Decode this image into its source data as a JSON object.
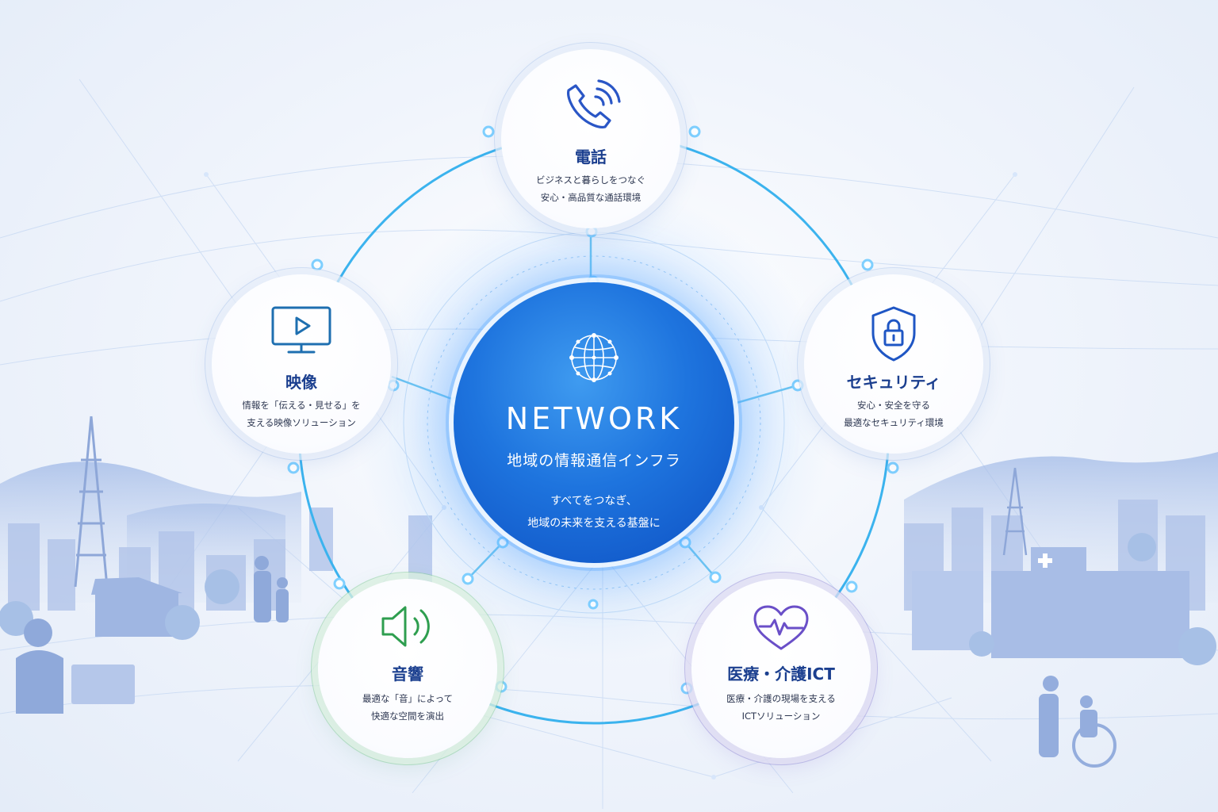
{
  "hub": {
    "title": "NETWORK",
    "subtitle": "地域の情報通信インフラ",
    "description_lines": [
      "すべてをつなぎ、",
      "地域の未来を支える基盤に"
    ],
    "icon": "globe-network-icon"
  },
  "services": [
    {
      "id": "phone",
      "title": "電話",
      "lines": [
        "ビジネスと暮らしをつなぐ",
        "安心・高品質な通話環境"
      ],
      "icon": "phone-icon",
      "color": "#2a56c6"
    },
    {
      "id": "video",
      "title": "映像",
      "lines": [
        "情報を「伝える・見せる」を",
        "支える映像ソリューション"
      ],
      "icon": "monitor-play-icon",
      "color": "#1e6fb0"
    },
    {
      "id": "security",
      "title": "セキュリティ",
      "lines": [
        "安心・安全を守る",
        "最適なセキュリティ環境"
      ],
      "icon": "shield-lock-icon",
      "color": "#1f56c4"
    },
    {
      "id": "audio",
      "title": "音響",
      "lines": [
        "最適な「音」によって",
        "快適な空間を演出"
      ],
      "icon": "speaker-icon",
      "color": "#2e9e4f"
    },
    {
      "id": "medical",
      "title": "医療・介護ICT",
      "lines": [
        "医療・介護の現場を支える",
        "ICTソリューション"
      ],
      "icon": "heart-pulse-icon",
      "color": "#6a4fc8"
    }
  ],
  "colors": {
    "accent": "#1e74de",
    "ring": "#38b6f0",
    "title": "#1b3f8f"
  }
}
